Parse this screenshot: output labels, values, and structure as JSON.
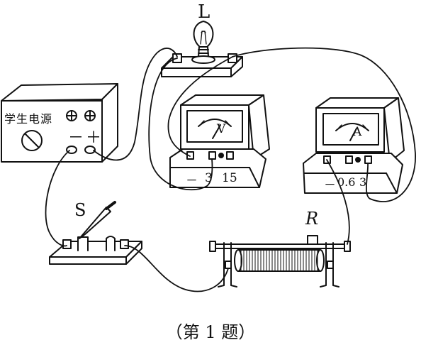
{
  "labels": {
    "lamp": "L",
    "switch": "S",
    "rheostat": "R",
    "power_supply": "学生电源",
    "supply_minus": "－",
    "supply_plus": "＋",
    "voltmeter_symbol": "V",
    "ammeter_symbol": "A",
    "voltmeter_terminals": [
      "－",
      "3",
      "15"
    ],
    "ammeter_terminals": [
      "－",
      "0.6",
      "3"
    ]
  },
  "caption": "（第 1 题）",
  "colors": {
    "ink": "#111111",
    "background": "#ffffff"
  }
}
